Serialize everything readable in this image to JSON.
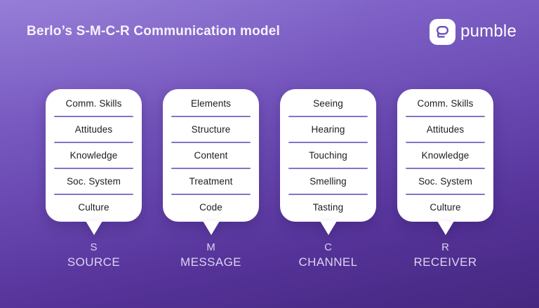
{
  "title": "Berlo’s S-M-C-R Communication model",
  "logo": {
    "brand": "pumble",
    "icon": "pumble-speech-bubble-icon"
  },
  "colors": {
    "background_top": "#8d73d4",
    "background_bottom": "#45277f",
    "card_background": "#ffffff",
    "card_text": "#1d1d22",
    "divider": "#8474c9",
    "label_text": "#ddd4f1",
    "logo_purple": "#6b4fc1"
  },
  "model": {
    "columns": [
      {
        "letter": "S",
        "name": "SOURCE",
        "items": [
          "Comm. Skills",
          "Attitudes",
          "Knowledge",
          "Soc. System",
          "Culture"
        ]
      },
      {
        "letter": "M",
        "name": "MESSAGE",
        "items": [
          "Elements",
          "Structure",
          "Content",
          "Treatment",
          "Code"
        ]
      },
      {
        "letter": "C",
        "name": "CHANNEL",
        "items": [
          "Seeing",
          "Hearing",
          "Touching",
          "Smelling",
          "Tasting"
        ]
      },
      {
        "letter": "R",
        "name": "RECEIVER",
        "items": [
          "Comm. Skills",
          "Attitudes",
          "Knowledge",
          "Soc. System",
          "Culture"
        ]
      }
    ]
  }
}
